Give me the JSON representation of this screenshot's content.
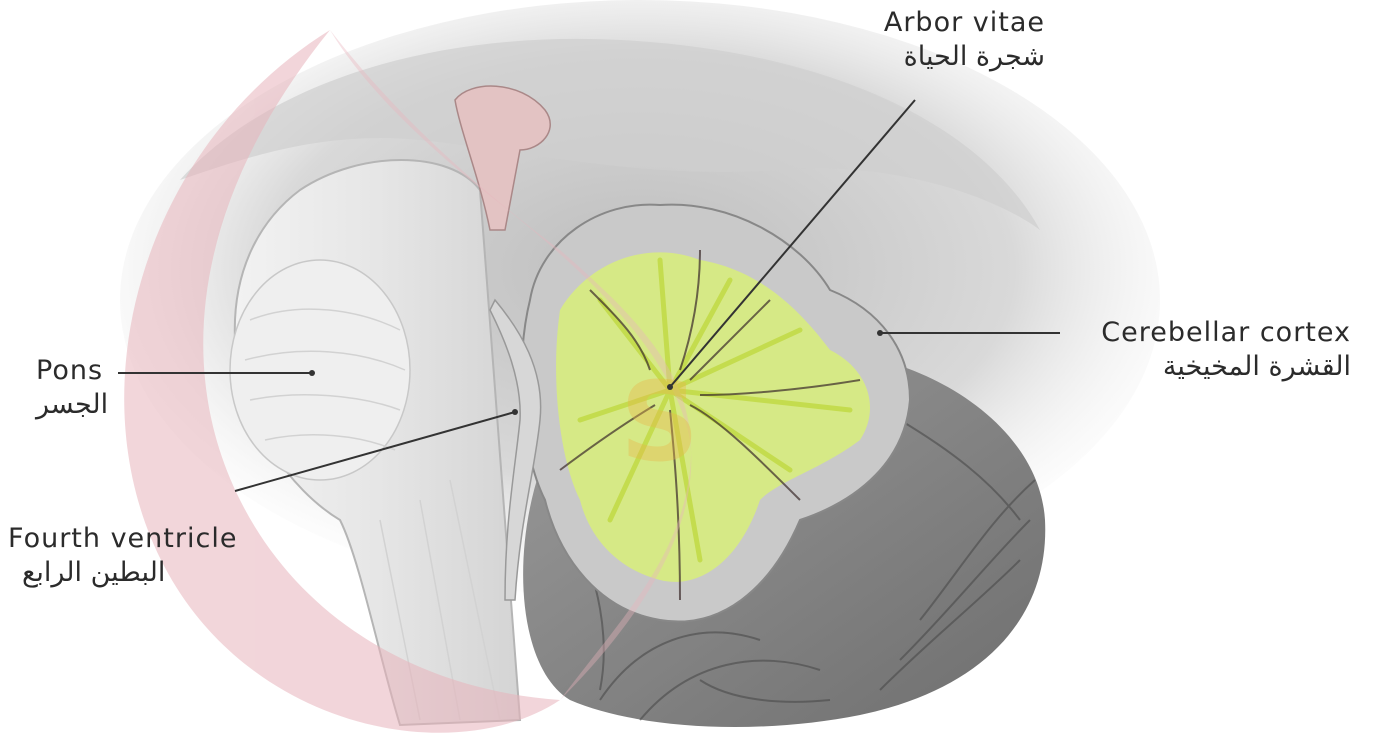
{
  "labels": {
    "arbor_vitae": {
      "en": "Arbor vitae",
      "ar": "شجرة الحياة"
    },
    "cerebellar_cortex": {
      "en": "Cerebellar cortex",
      "ar": "القشرة المخيخية"
    },
    "pons": {
      "en": "Pons",
      "ar": "الجسر"
    },
    "fourth_ventricle": {
      "en": "Fourth ventricle",
      "ar": "البطين الرابع"
    }
  },
  "colors": {
    "background": "#ffffff",
    "tissue_gray": "#d9d9d9",
    "brainstem": "#ebebeb",
    "arbor_highlight": "#d8ee7a",
    "watermark": "#e8b4bc",
    "leader_line": "#333333",
    "label_text": "#2b2b2b"
  },
  "watermark": {
    "letter": "S"
  }
}
